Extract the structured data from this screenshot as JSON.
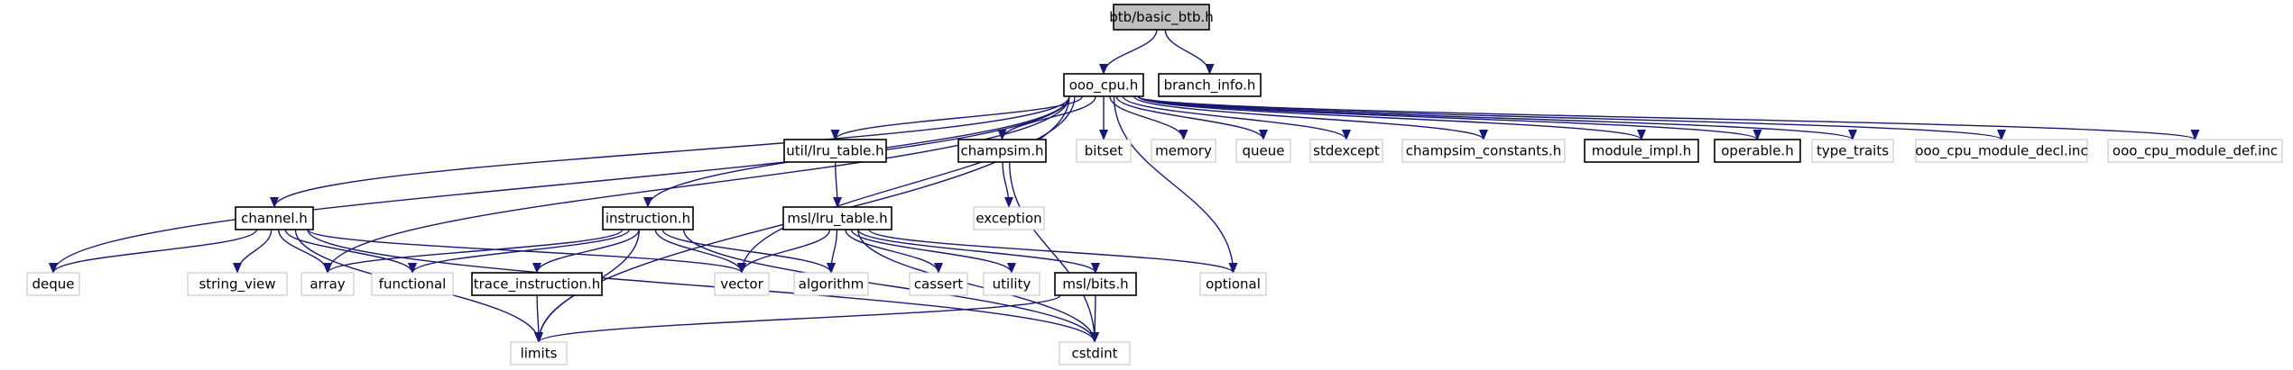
{
  "diagram": {
    "type": "include-dependency-graph",
    "colors": {
      "edge": "#191970",
      "root_fill": "#bfbfbf",
      "root_border": "#000000",
      "local_border": "#000000",
      "system_border": "#bfbfbf",
      "text": "#000000"
    },
    "nodes": {
      "basic_btb": {
        "label": "btb/basic_btb.h",
        "kind": "root"
      },
      "ooo_cpu": {
        "label": "ooo_cpu.h",
        "kind": "local"
      },
      "branch_info": {
        "label": "branch_info.h",
        "kind": "local"
      },
      "util_lru_table": {
        "label": "util/lru_table.h",
        "kind": "local"
      },
      "champsim": {
        "label": "champsim.h",
        "kind": "local"
      },
      "bitset": {
        "label": "bitset",
        "kind": "system"
      },
      "memory": {
        "label": "memory",
        "kind": "system"
      },
      "queue": {
        "label": "queue",
        "kind": "system"
      },
      "stdexcept": {
        "label": "stdexcept",
        "kind": "system"
      },
      "champsim_constants": {
        "label": "champsim_constants.h",
        "kind": "system"
      },
      "module_impl": {
        "label": "module_impl.h",
        "kind": "local"
      },
      "operable": {
        "label": "operable.h",
        "kind": "local"
      },
      "type_traits": {
        "label": "type_traits",
        "kind": "system"
      },
      "module_decl": {
        "label": "ooo_cpu_module_decl.inc",
        "kind": "system"
      },
      "module_def": {
        "label": "ooo_cpu_module_def.inc",
        "kind": "system"
      },
      "exception": {
        "label": "exception",
        "kind": "system"
      },
      "channel": {
        "label": "channel.h",
        "kind": "local"
      },
      "instruction": {
        "label": "instruction.h",
        "kind": "local"
      },
      "msl_lru_table": {
        "label": "msl/lru_table.h",
        "kind": "local"
      },
      "deque": {
        "label": "deque",
        "kind": "system"
      },
      "string_view": {
        "label": "string_view",
        "kind": "system"
      },
      "array": {
        "label": "array",
        "kind": "system"
      },
      "functional": {
        "label": "functional",
        "kind": "system"
      },
      "trace_instruction": {
        "label": "trace_instruction.h",
        "kind": "local"
      },
      "vector": {
        "label": "vector",
        "kind": "system"
      },
      "algorithm": {
        "label": "algorithm",
        "kind": "system"
      },
      "cassert": {
        "label": "cassert",
        "kind": "system"
      },
      "utility": {
        "label": "utility",
        "kind": "system"
      },
      "msl_bits": {
        "label": "msl/bits.h",
        "kind": "local"
      },
      "optional": {
        "label": "optional",
        "kind": "system"
      },
      "limits": {
        "label": "limits",
        "kind": "system"
      },
      "cstdint": {
        "label": "cstdint",
        "kind": "system"
      }
    },
    "edges": [
      [
        "basic_btb",
        "ooo_cpu"
      ],
      [
        "basic_btb",
        "branch_info"
      ],
      [
        "ooo_cpu",
        "util_lru_table"
      ],
      [
        "ooo_cpu",
        "champsim"
      ],
      [
        "ooo_cpu",
        "bitset"
      ],
      [
        "ooo_cpu",
        "memory"
      ],
      [
        "ooo_cpu",
        "queue"
      ],
      [
        "ooo_cpu",
        "stdexcept"
      ],
      [
        "ooo_cpu",
        "champsim_constants"
      ],
      [
        "ooo_cpu",
        "module_impl"
      ],
      [
        "ooo_cpu",
        "operable"
      ],
      [
        "ooo_cpu",
        "type_traits"
      ],
      [
        "ooo_cpu",
        "module_decl"
      ],
      [
        "ooo_cpu",
        "module_def"
      ],
      [
        "ooo_cpu",
        "channel"
      ],
      [
        "ooo_cpu",
        "instruction"
      ],
      [
        "ooo_cpu",
        "deque"
      ],
      [
        "ooo_cpu",
        "array"
      ],
      [
        "ooo_cpu",
        "vector"
      ],
      [
        "ooo_cpu",
        "limits"
      ],
      [
        "ooo_cpu",
        "optional"
      ],
      [
        "util_lru_table",
        "msl_lru_table"
      ],
      [
        "champsim",
        "exception"
      ],
      [
        "champsim",
        "cstdint"
      ],
      [
        "channel",
        "deque"
      ],
      [
        "channel",
        "string_view"
      ],
      [
        "channel",
        "array"
      ],
      [
        "channel",
        "functional"
      ],
      [
        "channel",
        "vector"
      ],
      [
        "channel",
        "limits"
      ],
      [
        "channel",
        "cstdint"
      ],
      [
        "instruction",
        "array"
      ],
      [
        "instruction",
        "functional"
      ],
      [
        "instruction",
        "trace_instruction"
      ],
      [
        "instruction",
        "vector"
      ],
      [
        "instruction",
        "algorithm"
      ],
      [
        "instruction",
        "limits"
      ],
      [
        "instruction",
        "cstdint"
      ],
      [
        "msl_lru_table",
        "vector"
      ],
      [
        "msl_lru_table",
        "algorithm"
      ],
      [
        "msl_lru_table",
        "cassert"
      ],
      [
        "msl_lru_table",
        "utility"
      ],
      [
        "msl_lru_table",
        "msl_bits"
      ],
      [
        "msl_lru_table",
        "optional"
      ],
      [
        "msl_lru_table",
        "cstdint"
      ],
      [
        "trace_instruction",
        "limits"
      ],
      [
        "msl_bits",
        "limits"
      ],
      [
        "msl_bits",
        "cstdint"
      ]
    ]
  }
}
